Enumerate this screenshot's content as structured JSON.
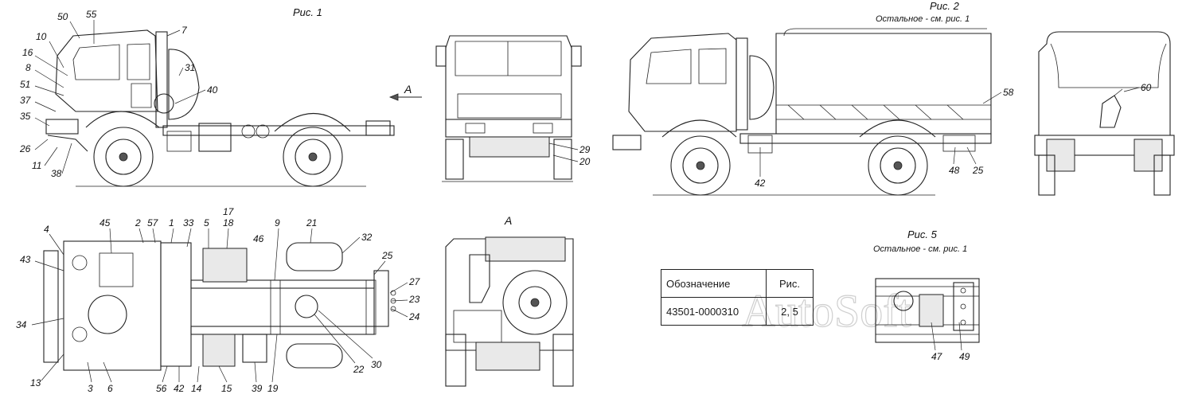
{
  "figures": {
    "fig1": {
      "title": "Рис. 1"
    },
    "fig2": {
      "title": "Рис. 2",
      "note": "Остальное - см. рис. 1"
    },
    "fig5": {
      "title": "Рис. 5",
      "note": "Остальное - см. рис. 1"
    },
    "view_a": {
      "letter": "A"
    }
  },
  "callouts": {
    "fig1_side": [
      "50",
      "55",
      "7",
      "10",
      "16",
      "8",
      "51",
      "37",
      "35",
      "26",
      "11",
      "38",
      "31",
      "40"
    ],
    "fig1_front": [
      "29",
      "20"
    ],
    "fig1_top": [
      "4",
      "45",
      "2",
      "57",
      "1",
      "33",
      "5",
      "18",
      "17",
      "9",
      "21",
      "32",
      "46",
      "25",
      "27",
      "23",
      "24",
      "43",
      "34",
      "13",
      "3",
      "6",
      "56",
      "42",
      "14",
      "15",
      "39",
      "19",
      "22",
      "30"
    ],
    "fig2_side": [
      "58",
      "42",
      "48",
      "25"
    ],
    "fig2_rear": [
      "60"
    ],
    "fig5": [
      "47",
      "49"
    ]
  },
  "table": {
    "headers": [
      "Обозначение",
      "Рис."
    ],
    "rows": [
      [
        "43501-0000310",
        "2, 5"
      ]
    ]
  },
  "watermark": "AutoSoft"
}
